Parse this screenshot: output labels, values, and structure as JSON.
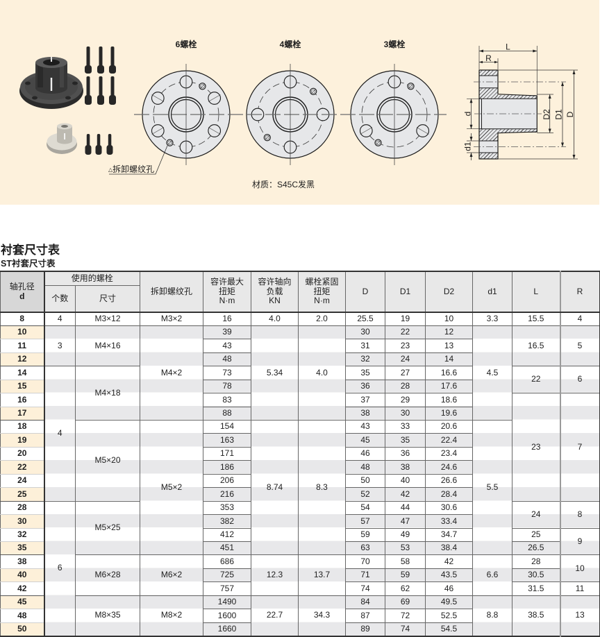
{
  "diagram": {
    "views": [
      {
        "label": "6螺栓"
      },
      {
        "label": "4螺栓"
      },
      {
        "label": "3螺栓"
      }
    ],
    "callout": {
      "mark": "△",
      "text": "拆卸螺纹孔"
    },
    "material": "材质：S45C发黑",
    "dimensions": {
      "L": "L",
      "R": "R",
      "d": "d",
      "d1": "d1",
      "D": "D",
      "D1": "D1",
      "D2": "D2"
    }
  },
  "section": {
    "title": "衬套尺寸表",
    "subtitle": "ST衬套尺寸表"
  },
  "table": {
    "headers": {
      "bore_d": [
        "轴孔径",
        "d"
      ],
      "bolts_group": "使用的螺栓",
      "bolt_count": "个数",
      "bolt_size": "尺寸",
      "removal_thread": "拆卸螺纹孔",
      "max_torque": [
        "容许最大",
        "扭矩",
        "N·m"
      ],
      "axial_load": [
        "容许轴向",
        "负载",
        "KN"
      ],
      "bolt_torque": [
        "螺栓紧固",
        "扭矩",
        "N·m"
      ],
      "D": "D",
      "D1": "D1",
      "D2": "D2",
      "d1": "d1",
      "L": "L",
      "R": "R"
    },
    "rows": [
      {
        "d": "8",
        "count": "4",
        "size": "M3×12",
        "removal": "M3×2",
        "max_torque": "16",
        "axial_load": "4.0",
        "bolt_torque": "2.0",
        "D": "25.5",
        "D1": "19",
        "D2": "10",
        "d1": "3.3",
        "L": "15.5",
        "R": "4"
      },
      {
        "d": "10",
        "count": "3",
        "size": "M4×16",
        "removal": "M4×2",
        "max_torque": "39",
        "axial_load": "5.34",
        "bolt_torque": "4.0",
        "D": "30",
        "D1": "22",
        "D2": "12",
        "d1": "4.5",
        "L": "16.5",
        "R": "5"
      },
      {
        "d": "11",
        "max_torque": "43",
        "D": "31",
        "D1": "23",
        "D2": "13"
      },
      {
        "d": "12",
        "max_torque": "48",
        "D": "32",
        "D1": "24",
        "D2": "14"
      },
      {
        "d": "14",
        "count": "4",
        "size": "M4×18",
        "max_torque": "73",
        "D": "35",
        "D1": "27",
        "D2": "16.6",
        "L": "22",
        "R": "6"
      },
      {
        "d": "15",
        "max_torque": "78",
        "D": "36",
        "D1": "28",
        "D2": "17.6"
      },
      {
        "d": "16",
        "max_torque": "83",
        "D": "37",
        "D1": "29",
        "D2": "18.6",
        "L": "23",
        "R": "7"
      },
      {
        "d": "17",
        "max_torque": "88",
        "D": "38",
        "D1": "30",
        "D2": "19.6"
      },
      {
        "d": "18",
        "size": "M5×20",
        "removal": "M5×2",
        "max_torque": "154",
        "axial_load": "8.74",
        "bolt_torque": "8.3",
        "D": "43",
        "D1": "33",
        "D2": "20.6",
        "d1": "5.5"
      },
      {
        "d": "19",
        "max_torque": "163",
        "D": "45",
        "D1": "35",
        "D2": "22.4"
      },
      {
        "d": "20",
        "max_torque": "171",
        "D": "46",
        "D1": "36",
        "D2": "23.4"
      },
      {
        "d": "22",
        "max_torque": "186",
        "D": "48",
        "D1": "38",
        "D2": "24.6"
      },
      {
        "d": "24",
        "max_torque": "206",
        "D": "50",
        "D1": "40",
        "D2": "26.6"
      },
      {
        "d": "25",
        "max_torque": "216",
        "D": "52",
        "D1": "42",
        "D2": "28.4"
      },
      {
        "d": "28",
        "count": "6",
        "size": "M5×25",
        "max_torque": "353",
        "D": "54",
        "D1": "44",
        "D2": "30.6",
        "L": "24",
        "R": "8"
      },
      {
        "d": "30",
        "max_torque": "382",
        "D": "57",
        "D1": "47",
        "D2": "33.4"
      },
      {
        "d": "32",
        "max_torque": "412",
        "D": "59",
        "D1": "49",
        "D2": "34.7",
        "L": "25",
        "R": "9"
      },
      {
        "d": "35",
        "max_torque": "451",
        "D": "63",
        "D1": "53",
        "D2": "38.4",
        "L": "26.5"
      },
      {
        "d": "38",
        "size": "M6×28",
        "removal": "M6×2",
        "max_torque": "686",
        "axial_load": "12.3",
        "bolt_torque": "13.7",
        "D": "70",
        "D1": "58",
        "D2": "42",
        "d1": "6.6",
        "L": "28",
        "R": "10"
      },
      {
        "d": "40",
        "max_torque": "725",
        "D": "71",
        "D1": "59",
        "D2": "43.5",
        "L": "30.5"
      },
      {
        "d": "42",
        "max_torque": "757",
        "D": "74",
        "D1": "62",
        "D2": "46",
        "L": "31.5",
        "R": "11"
      },
      {
        "d": "45",
        "size": "M8×35",
        "removal": "M8×2",
        "max_torque": "1490",
        "axial_load": "22.7",
        "bolt_torque": "34.3",
        "D": "84",
        "D1": "69",
        "D2": "49.5",
        "d1": "8.8",
        "L": "38.5",
        "R": "13"
      },
      {
        "d": "48",
        "max_torque": "1600",
        "D": "87",
        "D1": "72",
        "D2": "52.5"
      },
      {
        "d": "50",
        "max_torque": "1660",
        "D": "89",
        "D1": "74",
        "D2": "54.5"
      }
    ]
  },
  "colors": {
    "panel_bg": "#fdf1dc",
    "header_bg": "#e8e8e8",
    "header_first_col_bg": "#d7d7d7",
    "row_stripe": "#e8e8ea",
    "first_col_stripe": "#fdf0d9",
    "border": "#666666"
  }
}
